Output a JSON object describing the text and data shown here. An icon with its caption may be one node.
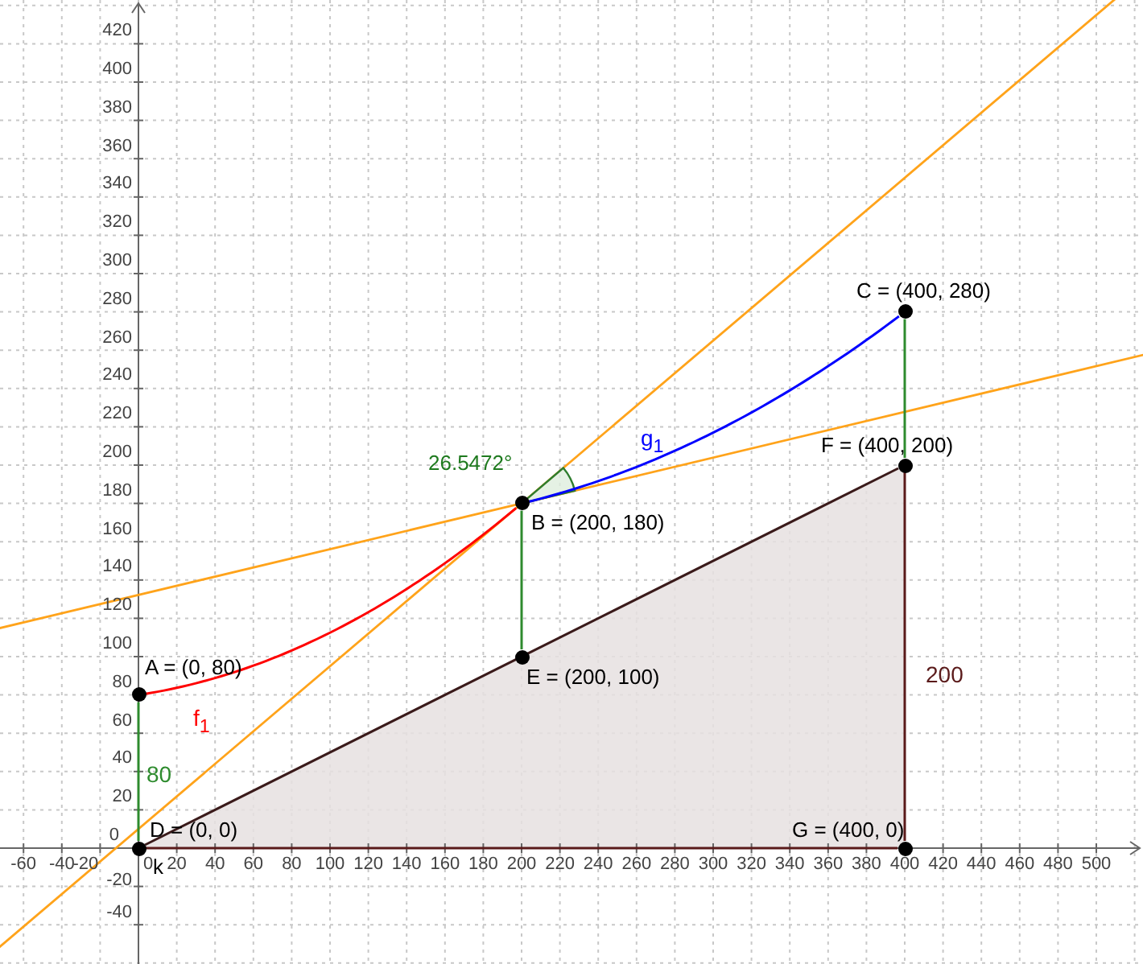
{
  "diagram": {
    "nodes": [
      {
        "text": [],
        "shape": "circle",
        "beside": [
          "A = (0, 80)"
        ]
      },
      {
        "text": [],
        "shape": "circle",
        "beside": [
          "B = (200, 180)"
        ]
      },
      {
        "text": [],
        "shape": "circle",
        "beside": [
          "C = (400, 280)"
        ]
      },
      {
        "text": [],
        "shape": "circle",
        "beside": [
          "D = (0, 0)"
        ]
      },
      {
        "text": [],
        "shape": "circle",
        "beside": [
          "E = (200, 100)"
        ]
      },
      {
        "text": [],
        "shape": "circle",
        "beside": [
          "F = (400, 200)"
        ]
      },
      {
        "text": [],
        "shape": "circle",
        "beside": [
          "G = (400, 0)"
        ]
      }
    ],
    "edges": [
      {
        "from": 0,
        "to": 3,
        "arrow": "none",
        "label": "80",
        "color": "#2e8b2e"
      },
      {
        "from": 1,
        "to": 4,
        "arrow": "none",
        "color": "#2e8b2e"
      },
      {
        "from": 2,
        "to": 5,
        "arrow": "none",
        "color": "#2e8b2e"
      },
      {
        "from": 3,
        "to": 5,
        "arrow": "none",
        "color": "#3a1a1a"
      },
      {
        "from": 5,
        "to": 6,
        "arrow": "none",
        "label": "200",
        "color": "#5a1a1a"
      },
      {
        "from": 3,
        "to": 6,
        "arrow": "none",
        "color": "#5a1a1a"
      },
      {
        "from": 0,
        "to": 1,
        "arrow": "none",
        "label": "f$_{1}$",
        "color": "#ff0000"
      },
      {
        "from": 1,
        "to": 2,
        "arrow": "none",
        "label": "g$_{1}$",
        "color": "#0000ff"
      }
    ],
    "labels": [
      "26.5472°",
      "-60",
      "-40",
      "-20",
      "0",
      "k",
      "20",
      "40",
      "60",
      "80",
      "100",
      "120",
      "140",
      "160",
      "180",
      "200",
      "220",
      "240",
      "260",
      "280",
      "300",
      "320",
      "340",
      "360",
      "380",
      "400",
      "420",
      "440",
      "460",
      "480",
      "500",
      "-40",
      "-20",
      "0",
      "20",
      "40",
      "60",
      "80",
      "100",
      "120",
      "140",
      "160",
      "180",
      "200",
      "220",
      "240",
      "260",
      "280",
      "300",
      "320",
      "340",
      "360",
      "380",
      "400",
      "420"
    ]
  }
}
